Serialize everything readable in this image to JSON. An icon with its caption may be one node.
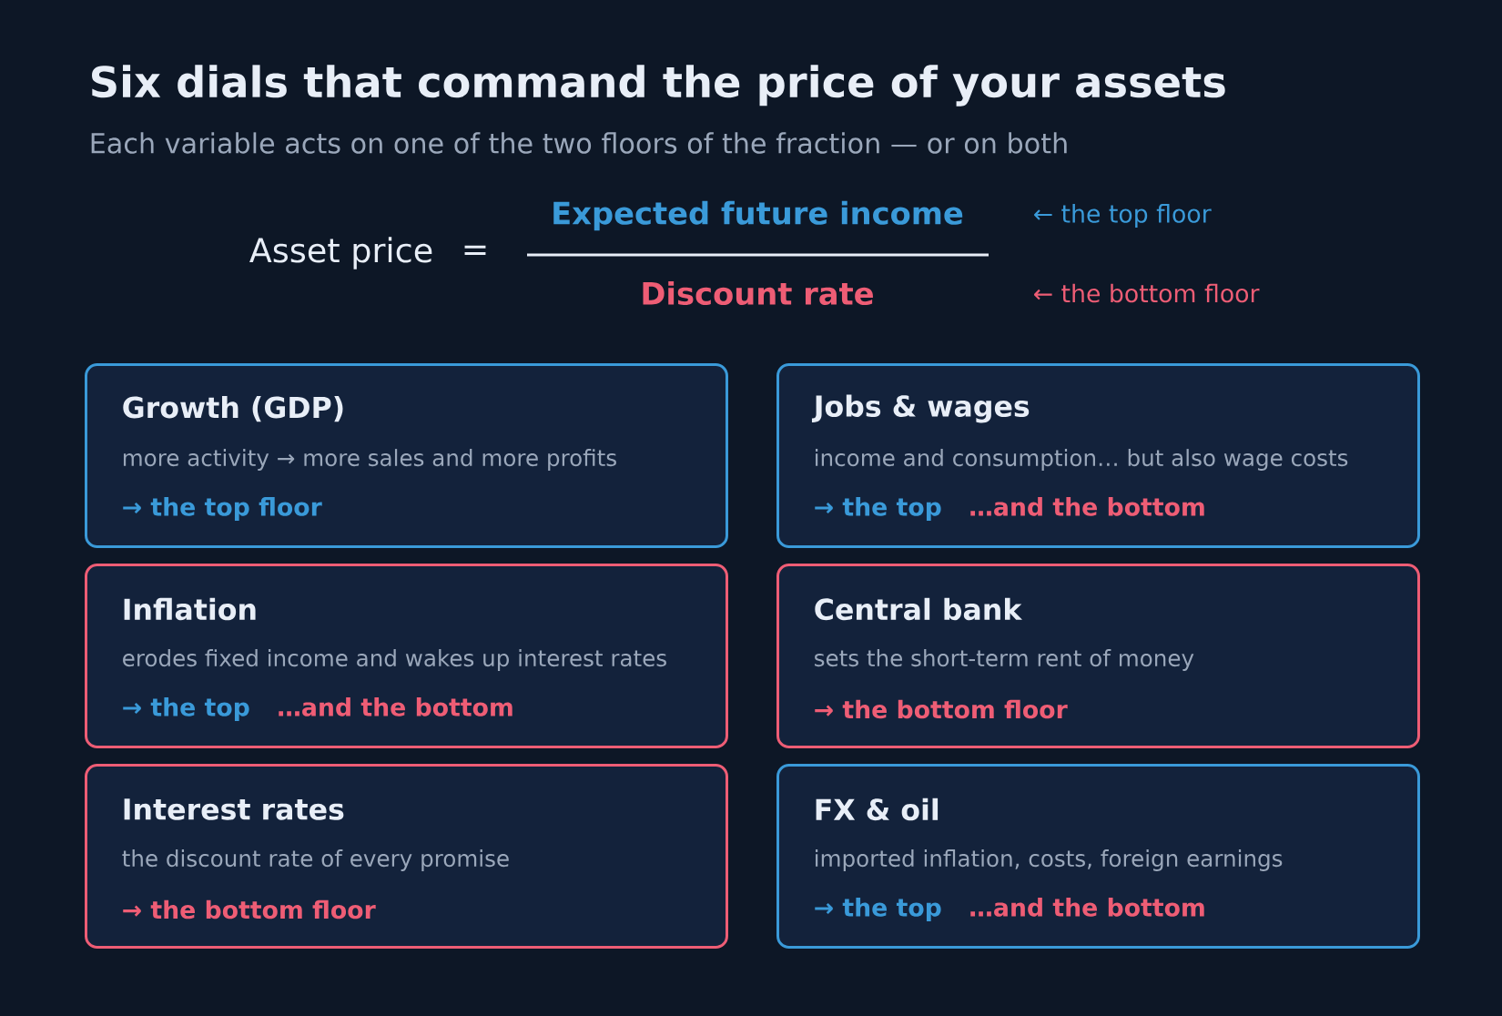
{
  "diagram": {
    "title": "Six dials that command the price of your assets",
    "caption": "Each variable acts on one of the two floors of the fraction — or on both",
    "nodes": [
      {
        "text": [
          "Growth (GDP)",
          "more activity → more sales and more profits",
          "→ the top floor"
        ]
      },
      {
        "text": [
          "Jobs & wages",
          "income and consumption… but also wage costs",
          "→ the top",
          "…and the bottom"
        ]
      },
      {
        "text": [
          "Inflation",
          "erodes fixed income and wakes up interest rates",
          "→ the top",
          "…and the bottom"
        ]
      },
      {
        "text": [
          "Central bank",
          "sets the short-term rent of money",
          "→ the bottom floor"
        ]
      },
      {
        "text": [
          "Interest rates",
          "the discount rate of every promise",
          "→ the bottom floor"
        ]
      },
      {
        "text": [
          "FX & oil",
          "imported inflation, costs, foreign earnings",
          "→ the top",
          "…and the bottom"
        ]
      }
    ],
    "labels": [
      "Asset price",
      "=",
      "Expected future income",
      "Discount rate",
      "← the top floor",
      "← the bottom floor"
    ]
  }
}
